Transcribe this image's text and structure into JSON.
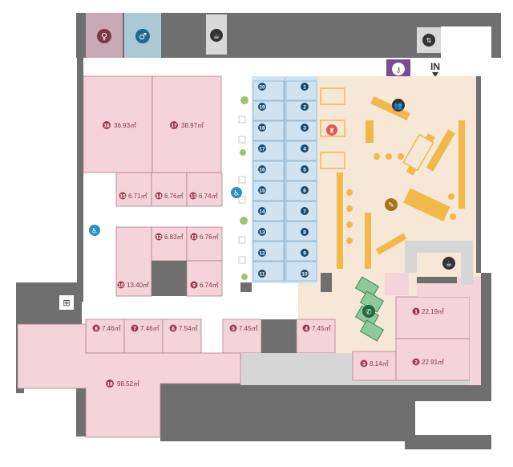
{
  "colors": {
    "wall": "#6f6f6f",
    "corridor": "#d6d6d6",
    "room": "#f5d3da",
    "room_border": "#b07f8a",
    "badge": "#9b3c4e",
    "booth": "#cfe3f2",
    "booth_badge": "#1e4a6e",
    "lounge": "#f6e7d6",
    "furniture": "#f0b94a",
    "phone": "#3c8a52",
    "accent_purple": "#7b4a93",
    "accent_blue": "#2a8fc7"
  },
  "entrance": {
    "label": "IN",
    "icon": "entrance-arrow-icon"
  },
  "rooms": [
    {
      "id": "16",
      "badge": "⑯",
      "area": "36.93㎡"
    },
    {
      "id": "17",
      "badge": "⑰",
      "area": "38.97㎡"
    },
    {
      "id": "15",
      "badge": "⑮",
      "area": "6.71㎡"
    },
    {
      "id": "14",
      "badge": "⑭",
      "area": "6.76㎡"
    },
    {
      "id": "13",
      "badge": "⑬",
      "area": "6.74㎡"
    },
    {
      "id": "12",
      "badge": "⑫",
      "area": "6.83㎡"
    },
    {
      "id": "11",
      "badge": "⑪",
      "area": "6.76㎡"
    },
    {
      "id": "10",
      "badge": "⑩",
      "area": "13.40㎡"
    },
    {
      "id": "9",
      "badge": "⑨",
      "area": "6.74㎡"
    },
    {
      "id": "8",
      "badge": "⑧",
      "area": "7.46㎡"
    },
    {
      "id": "7",
      "badge": "⑦",
      "area": "7.46㎡"
    },
    {
      "id": "6",
      "badge": "⑥",
      "area": "7.54㎡"
    },
    {
      "id": "5",
      "badge": "⑤",
      "area": "7.45㎡"
    },
    {
      "id": "4",
      "badge": "④",
      "area": "7.45㎡"
    },
    {
      "id": "3",
      "badge": "③",
      "area": "8.14㎡"
    },
    {
      "id": "1",
      "badge": "①",
      "area": "22.19㎡"
    },
    {
      "id": "2",
      "badge": "②",
      "area": "22.91㎡"
    },
    {
      "id": "18",
      "badge": "⑱",
      "area": "98.52㎡"
    }
  ],
  "booths_left": [
    "20",
    "19",
    "18",
    "17",
    "16",
    "15",
    "14",
    "13",
    "12",
    "11"
  ],
  "booths_right": [
    "1",
    "2",
    "3",
    "4",
    "5",
    "6",
    "7",
    "8",
    "9",
    "10"
  ],
  "icons": [
    "womens-restroom-icon",
    "mens-restroom-icon",
    "kitchen-kettle-icon",
    "elevator-icon",
    "key-icon",
    "accessible-icon",
    "meeting-people-icon",
    "coffee-icon",
    "reading-person-icon",
    "phone-booth-icon",
    "pushchair-icon"
  ]
}
